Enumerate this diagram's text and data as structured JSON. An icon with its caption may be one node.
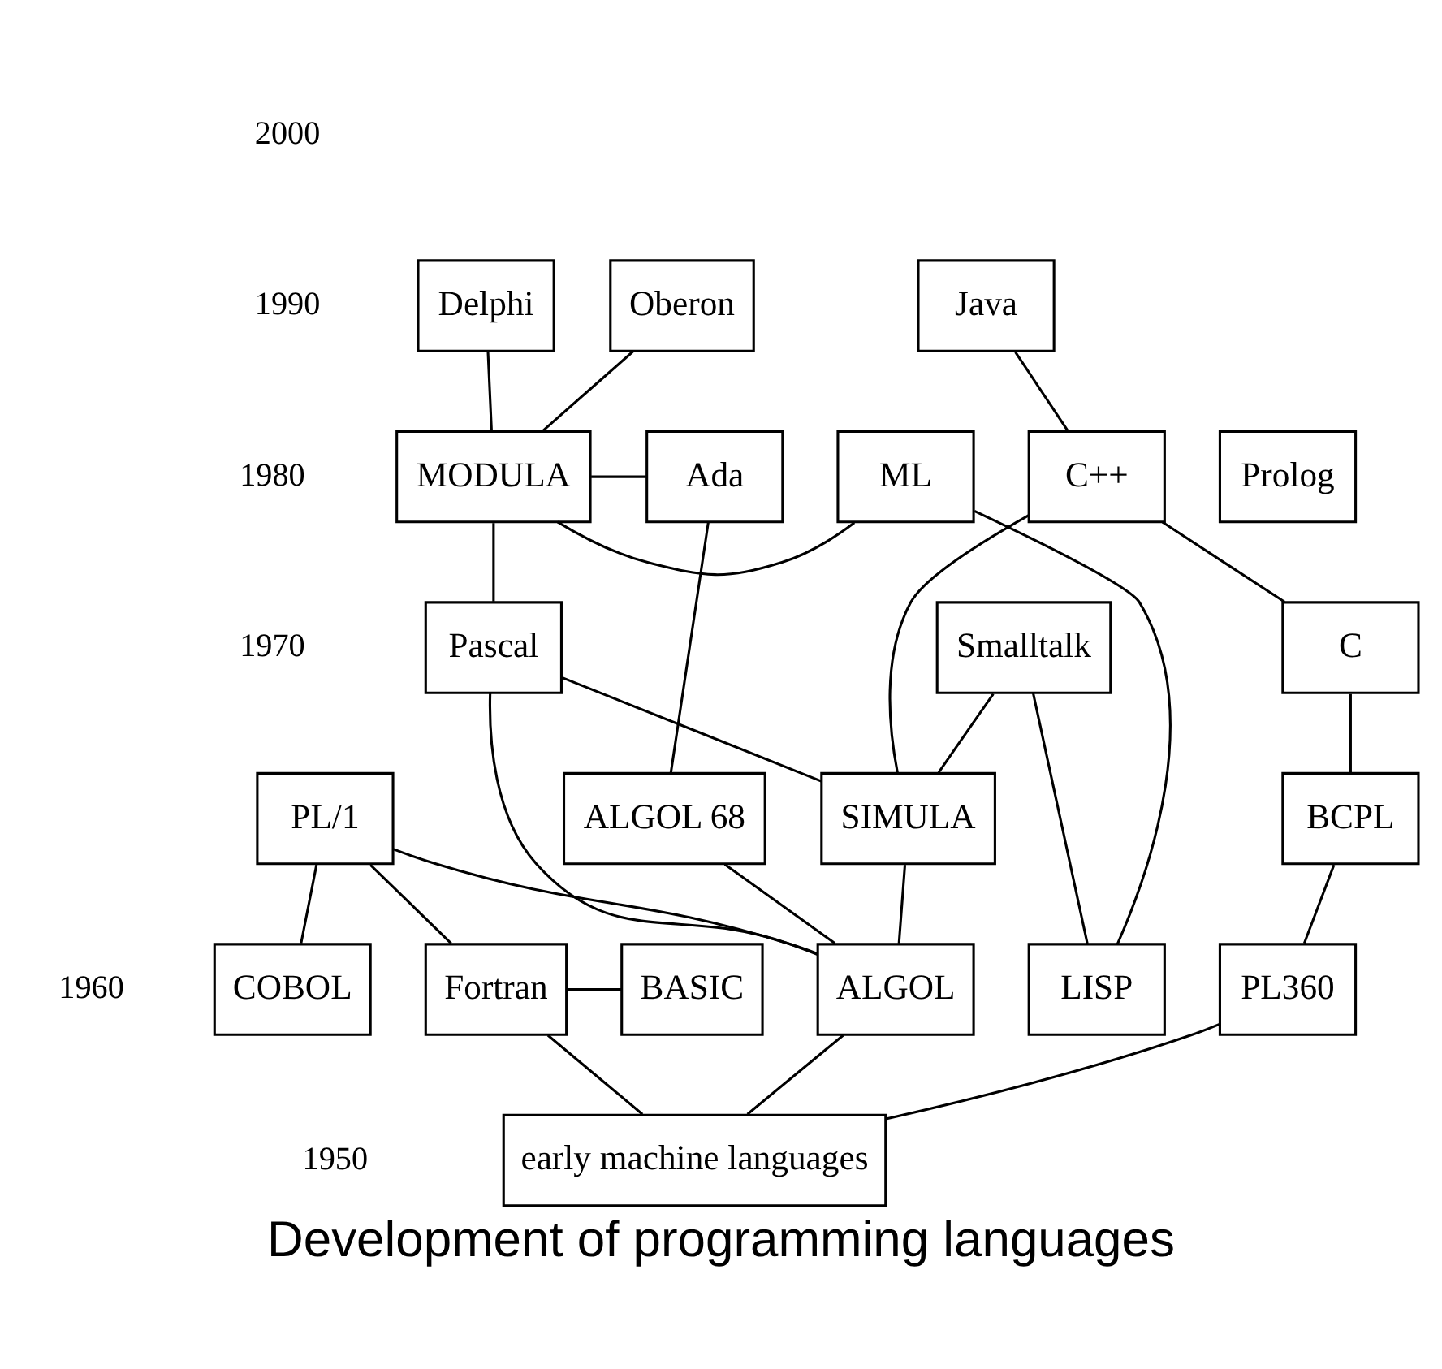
{
  "diagram": {
    "caption": "Development of programming languages",
    "nodes": [
      {
        "text": [
          "Java"
        ]
      },
      {
        "text": [
          "Delphi"
        ]
      },
      {
        "text": [
          "Oberon"
        ]
      },
      {
        "text": [
          "Ada"
        ]
      },
      {
        "text": [
          "C++"
        ]
      },
      {
        "text": [
          "ML"
        ]
      },
      {
        "text": [
          "MODULA"
        ]
      },
      {
        "text": [
          "Prolog"
        ]
      },
      {
        "text": [
          "Smalltalk"
        ]
      },
      {
        "text": [
          "C"
        ]
      },
      {
        "text": [
          "Pascal"
        ]
      },
      {
        "text": [
          "ALGOL 68"
        ]
      },
      {
        "text": [
          "PL/1"
        ]
      },
      {
        "text": [
          "BCPL"
        ]
      },
      {
        "text": [
          "SIMULA"
        ]
      },
      {
        "text": [
          "BASIC"
        ]
      },
      {
        "text": [
          "PL360"
        ]
      },
      {
        "text": [
          "LISP"
        ]
      },
      {
        "text": [
          "ALGOL"
        ]
      },
      {
        "text": [
          "COBOL"
        ]
      },
      {
        "text": [
          "Fortran"
        ]
      },
      {
        "text": [
          "early machine languages"
        ]
      }
    ],
    "edges": [
      {
        "from": 4,
        "to": 0,
        "arrow": "none"
      },
      {
        "from": 9,
        "to": 4,
        "arrow": "none"
      },
      {
        "from": 13,
        "to": 9,
        "arrow": "none"
      },
      {
        "from": 16,
        "to": 13,
        "arrow": "none"
      },
      {
        "from": 21,
        "to": 16,
        "arrow": "none"
      },
      {
        "from": 14,
        "to": 4,
        "arrow": "none"
      },
      {
        "from": 6,
        "to": 1,
        "arrow": "none"
      },
      {
        "from": 6,
        "to": 2,
        "arrow": "none"
      },
      {
        "from": 6,
        "to": 5,
        "arrow": "none"
      },
      {
        "from": 6,
        "to": 3,
        "arrow": "none"
      },
      {
        "from": 11,
        "to": 3,
        "arrow": "none"
      },
      {
        "from": 17,
        "to": 5,
        "arrow": "none"
      },
      {
        "from": 14,
        "to": 8,
        "arrow": "none"
      },
      {
        "from": 17,
        "to": 8,
        "arrow": "none"
      },
      {
        "from": 10,
        "to": 6,
        "arrow": "none"
      },
      {
        "from": 14,
        "to": 10,
        "arrow": "none"
      },
      {
        "from": 18,
        "to": 10,
        "arrow": "none"
      },
      {
        "from": 18,
        "to": 14,
        "arrow": "none"
      },
      {
        "from": 18,
        "to": 11,
        "arrow": "none"
      },
      {
        "from": 18,
        "to": 12,
        "arrow": "none"
      },
      {
        "from": 19,
        "to": 12,
        "arrow": "none"
      },
      {
        "from": 20,
        "to": 12,
        "arrow": "none"
      },
      {
        "from": 20,
        "to": 15,
        "arrow": "none"
      },
      {
        "from": 21,
        "to": 18,
        "arrow": "none"
      },
      {
        "from": 21,
        "to": 20,
        "arrow": "none"
      }
    ],
    "labels": [
      "2000",
      "1990",
      "1980",
      "1970",
      "1960",
      "1950"
    ]
  }
}
